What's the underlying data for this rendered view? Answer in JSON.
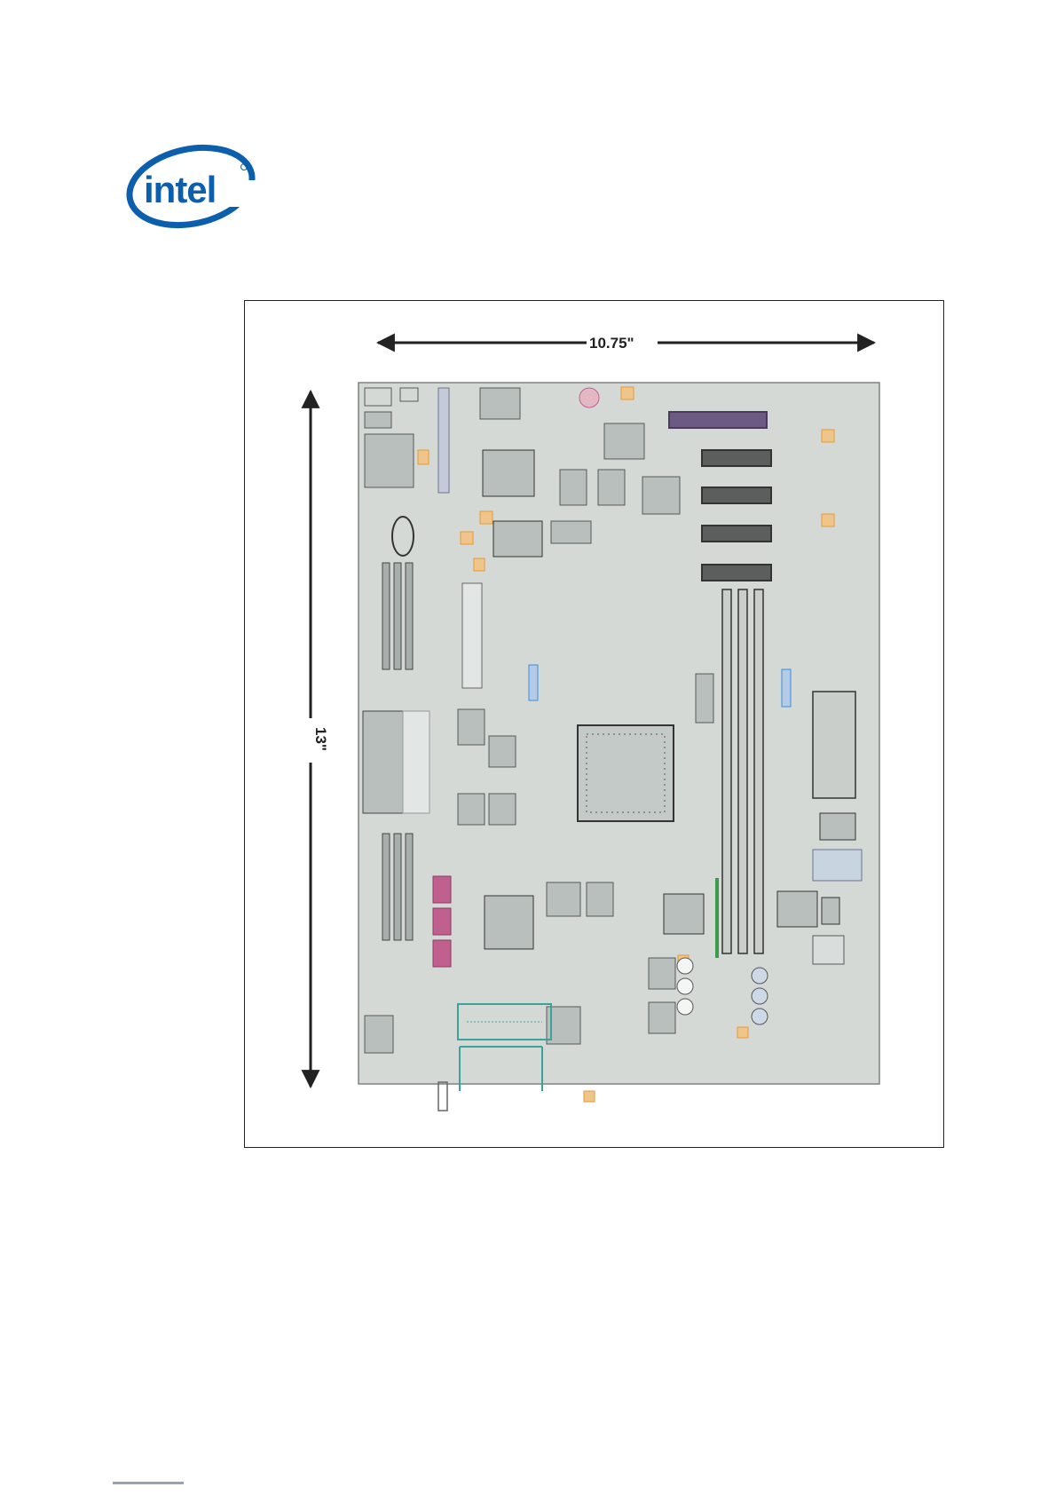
{
  "logo": {
    "text": "intel"
  },
  "figure": {
    "width_label": "10.75\"",
    "height_label": "13\""
  },
  "colors": {
    "brand_blue": "#0b5fad",
    "board": "#d4d9d6",
    "component": "#b9bfbc",
    "outline": "#555a58",
    "connector_purple": "#4a3a5e",
    "accent_magenta": "#c0608e",
    "accent_orange": "#e59a33",
    "accent_blue": "#3d8ed9",
    "accent_teal": "#3aa39a"
  }
}
